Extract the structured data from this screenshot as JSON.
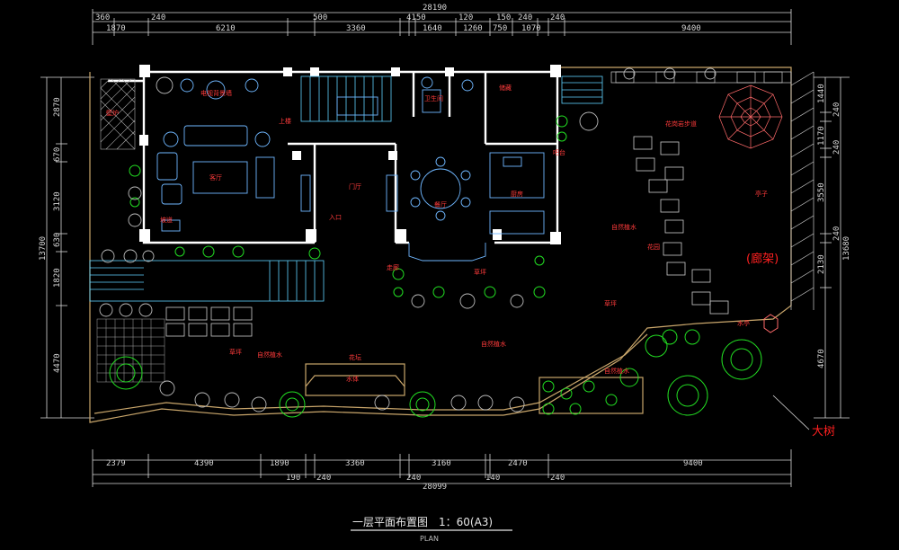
{
  "colors": {
    "background": "#000000",
    "wall": "#ffffff",
    "dimension": "#d8d8d8",
    "furniture": "#6fb7ff",
    "label": "#ff3b3b",
    "landscape_edge": "#c9a66b",
    "plant_green": "#22dd22",
    "plant_gray": "#bbbbbb",
    "stair": "#5fd2ff"
  },
  "dims": {
    "top_total": "28190",
    "top_row1": [
      "360",
      "240",
      "500",
      "4150",
      "120",
      "150",
      "240",
      "240"
    ],
    "top_row2": [
      "1870",
      "6210",
      "3360",
      "1640",
      "1260",
      "750",
      "1070",
      "9400"
    ],
    "left_col1": [
      "2870",
      "670",
      "3120",
      "630",
      "1820"
    ],
    "left_total": "13700",
    "left_small": "4470",
    "right_col1": [
      "1440",
      "240",
      "1170",
      "240",
      "3550",
      "240",
      "2130",
      "4670"
    ],
    "right_total": "13680",
    "bottom_row1": [
      "2379",
      "4390",
      "1890",
      "3360",
      "3160",
      "2470",
      "9400"
    ],
    "bottom_row2": [
      "190",
      "240",
      "240",
      "140",
      "240"
    ],
    "bottom_total": "28099"
  },
  "labels": {
    "living_room": "客厅",
    "dining_room": "餐厅",
    "kitchen": "厨房",
    "entrance_hall": "门厅",
    "garden": "花园",
    "pergola": "(廊架)",
    "big_tree": "大树",
    "water_feature": "水体",
    "lawn_1": "草坪",
    "lawn_2": "草坪",
    "lawn_3": "草坪",
    "shrub_1": "自然植水",
    "shrub_2": "自然植水",
    "shrub_3": "自然植水",
    "shrub_4": "自然植水",
    "planter": "花坛",
    "stone_path": "花岗岩步道",
    "pavilion": "亭子",
    "stair_up": "上楼",
    "toilet": "卫生间",
    "storage": "储藏",
    "tv_wall": "电视背景墙",
    "fireplace": "壁炉",
    "bar": "吧台",
    "door_label": "入口",
    "corridor": "走廊",
    "hex_pavilion": "水亭",
    "ramp": "坡道"
  },
  "title": {
    "main": "一层平面布置图",
    "scale": "1：60(A3)",
    "sub": "PLAN"
  }
}
